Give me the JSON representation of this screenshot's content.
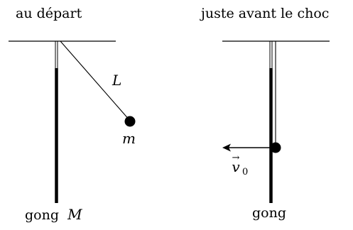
{
  "left_panel": {
    "title": "au départ",
    "string_label": "L",
    "mass_label": "m",
    "gong_word": "gong",
    "gong_mass_label": "M"
  },
  "right_panel": {
    "title": "juste avant le choc",
    "velocity_symbol": "v",
    "velocity_arrow_accent": "→",
    "velocity_subscript": "0",
    "gong_label": "gong"
  },
  "colors": {
    "ink": "#000000",
    "background": "#ffffff"
  }
}
